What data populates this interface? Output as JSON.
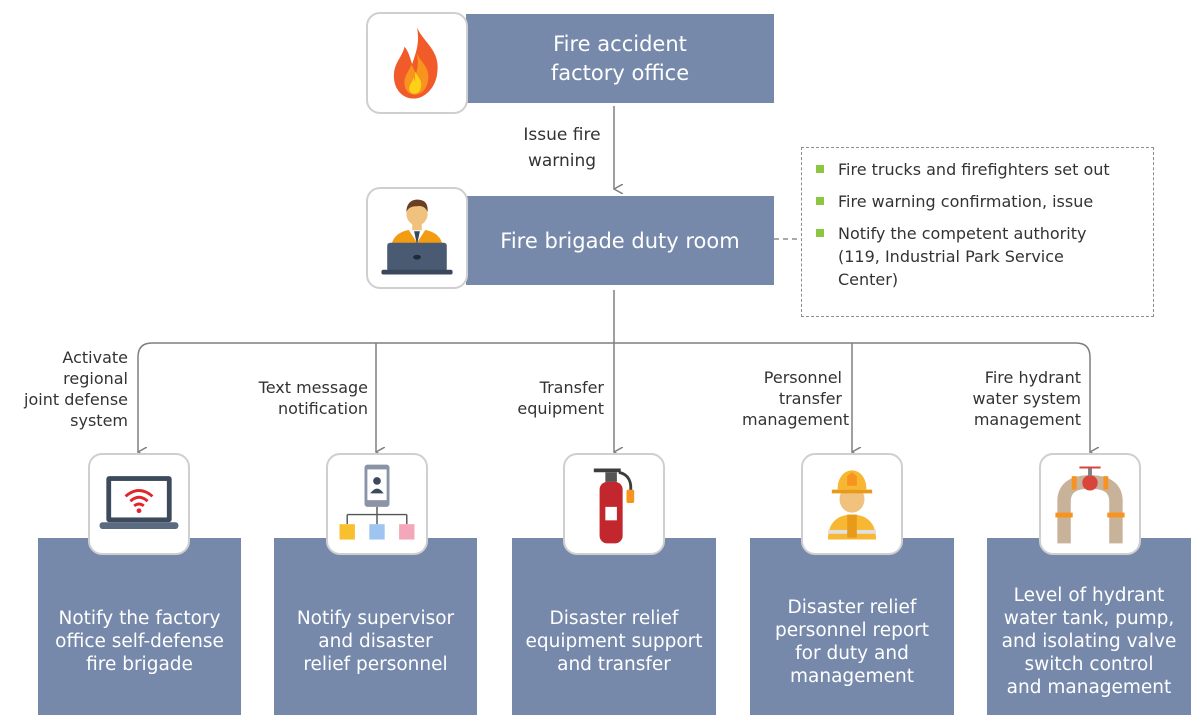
{
  "top_node": {
    "label": "Fire accident\nfactory office",
    "icon": "fire-icon"
  },
  "edge_label": "Issue fire\nwarning",
  "mid_node": {
    "label": "Fire brigade duty room",
    "icon": "operator-at-laptop-icon"
  },
  "notes": [
    "Fire trucks and firefighters set out",
    "Fire warning confirmation, issue",
    "Notify the competent authority\n(119, Industrial Park Service\nCenter)"
  ],
  "branches": [
    {
      "edge_label": "Activate\nregional\njoint defense\nsystem",
      "icon": "laptop-wifi-icon",
      "box": "Notify the factory\noffice self-defense\nfire brigade"
    },
    {
      "edge_label": "Text message\nnotification",
      "icon": "org-chart-phone-icon",
      "box": "Notify supervisor\nand disaster\nrelief personnel"
    },
    {
      "edge_label": "Transfer\nequipment",
      "icon": "fire-extinguisher-icon",
      "box": "Disaster relief\nequipment support\nand transfer"
    },
    {
      "edge_label": "Personnel\ntransfer\nmanagement",
      "icon": "firefighter-icon",
      "box": "Disaster relief\npersonnel report\nfor duty and\nmanagement"
    },
    {
      "edge_label": "Fire hydrant\nwater system\nmanagement",
      "icon": "hydrant-pipe-valve-icon",
      "box": "Level of hydrant\nwater tank, pump,\nand isolating valve\nswitch control\nand management"
    }
  ],
  "colors": {
    "box": "#7789ab",
    "bullet": "#8dc63f",
    "line": "#7f7f7f",
    "icon_border": "#cfcfcf"
  }
}
